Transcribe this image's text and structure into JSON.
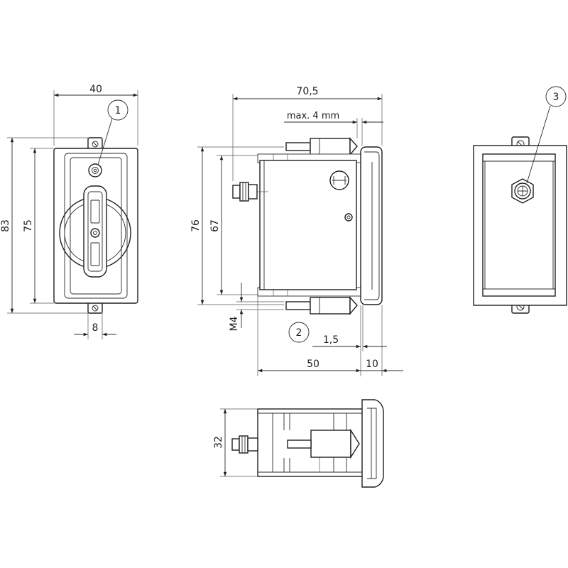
{
  "dimensions": {
    "front_width": "40",
    "front_height_total": "83",
    "front_height_inner": "75",
    "front_detail": "8",
    "side_width_total": "70,5",
    "side_max_protrusion": "max. 4 mm",
    "side_height_outer": "76",
    "side_height_inner": "67",
    "side_thread": "M4",
    "side_offset": "1,5",
    "side_body_length": "50",
    "side_flange_length": "10",
    "bottom_height": "32"
  },
  "callouts": {
    "front_label": "1",
    "side_label": "2",
    "rear_label": "3"
  }
}
